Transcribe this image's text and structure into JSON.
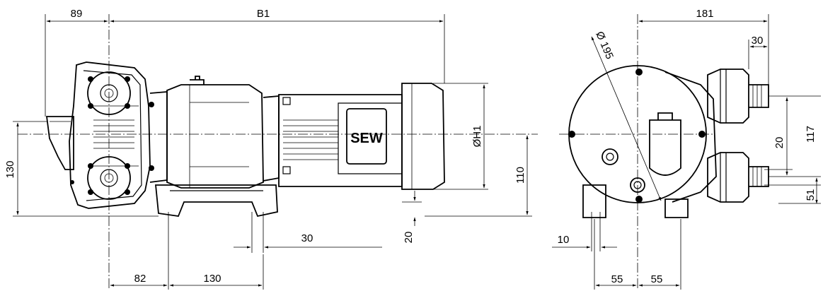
{
  "drawing": {
    "title": "",
    "logo_text": "SEW",
    "side_view": {
      "dimensions": {
        "d89": "89",
        "b1": "B1",
        "d130_left": "130",
        "h1": "ØH1",
        "d110": "110",
        "d30": "30",
        "d20": "20",
        "d82": "82",
        "d130_bottom": "130"
      }
    },
    "end_view": {
      "dimensions": {
        "d181": "181",
        "d30": "30",
        "diameter": "Ø 195",
        "d20": "20",
        "d117": "117",
        "d51": "51",
        "d10": "10",
        "d55_left": "55",
        "d55_right": "55"
      }
    }
  }
}
